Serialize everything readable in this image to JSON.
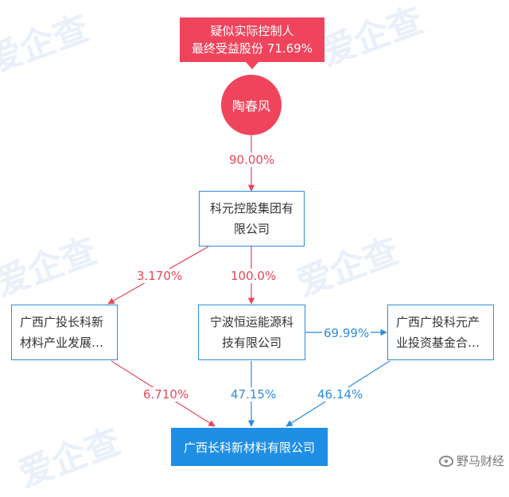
{
  "watermark": "爱企查",
  "controller_label": {
    "line1": "疑似实际控制人",
    "line2": "最终受益股份 71.69%"
  },
  "person": {
    "name": "陶春风"
  },
  "nodes": {
    "group": {
      "line1": "科元控股集团有",
      "line2": "限公司"
    },
    "gx_new_material_dev": {
      "line1": "广西广投长科新",
      "line2": "材料产业发展…"
    },
    "ningbo": {
      "line1": "宁波恒运能源科",
      "line2": "技有限公司"
    },
    "gx_fund": {
      "line1": "广西广投科元产",
      "line2": "业投资基金合…"
    },
    "target": {
      "name": "广西长科新材料有限公司"
    }
  },
  "edges": {
    "person_to_group": "90.00%",
    "group_to_gx_dev": "3.170%",
    "group_to_ningbo": "100.0%",
    "ningbo_to_fund": "69.99%",
    "gx_dev_to_target": "6.710%",
    "ningbo_to_target": "47.15%",
    "fund_to_target": "46.14%"
  },
  "colors": {
    "controller_red": "#f0445c",
    "edge_red": "#e8465c",
    "edge_blue": "#2c8ce0",
    "box_border_blue": "#2c8ce0",
    "target_blue": "#1f8fe5"
  },
  "footer": {
    "source": "野马财经"
  }
}
